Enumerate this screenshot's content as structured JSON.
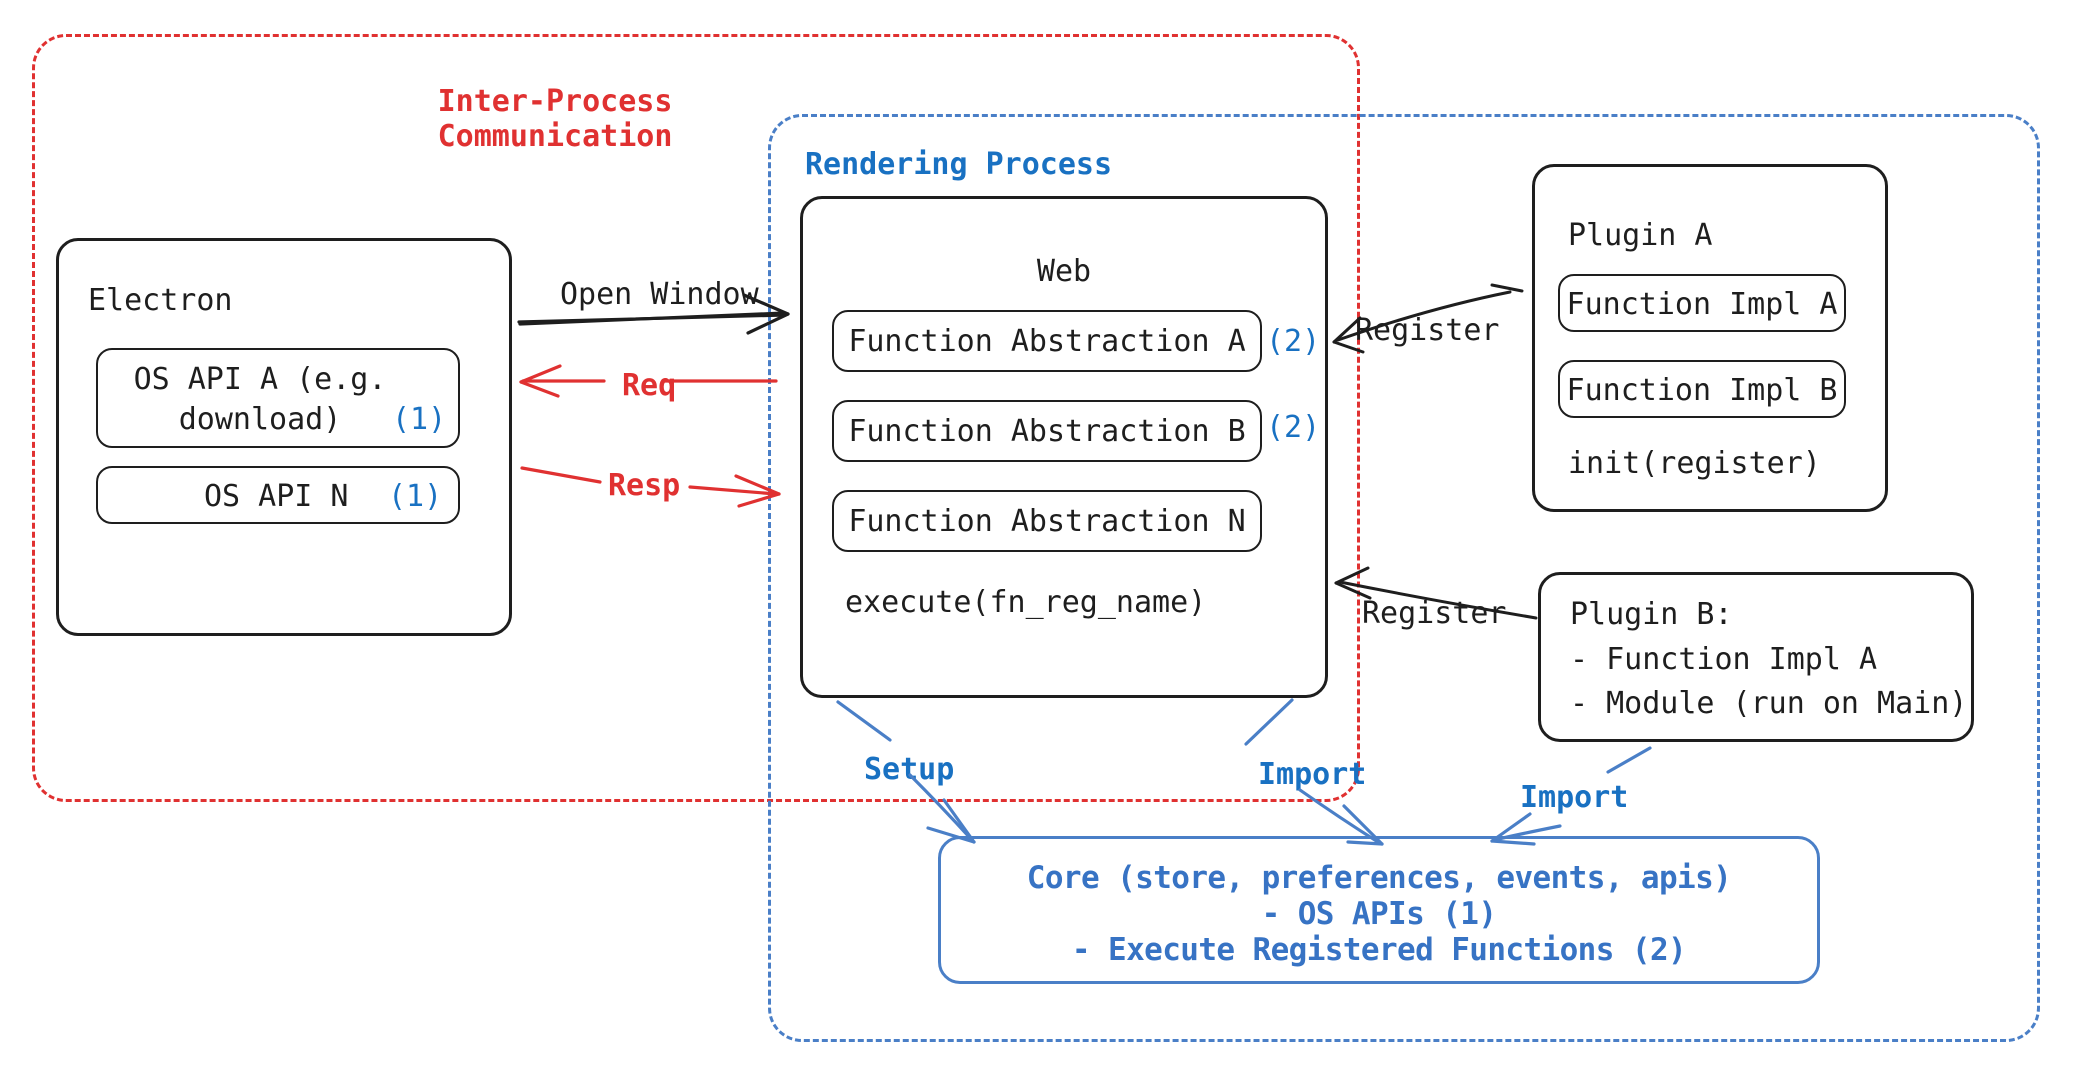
{
  "diagram": {
    "title": "Electron plugin architecture diagram",
    "colors": {
      "ipc_red": "#e03131",
      "process_blue": "#4a7fc7",
      "marker_blue": "#1971c2",
      "ink": "#1e1e1e"
    }
  },
  "ipc_container": {
    "label_line1": "Inter-Process",
    "label_line2": "Communication"
  },
  "rendering_container": {
    "label": "Rendering Process"
  },
  "electron": {
    "title": "Electron",
    "items": [
      {
        "text": "OS API A (e.g.\ndownload)",
        "marker": "(1)"
      },
      {
        "text": "OS API N",
        "marker": "(1)"
      }
    ]
  },
  "web": {
    "title": "Web",
    "items": [
      {
        "text": "Function Abstraction A",
        "marker": "(2)"
      },
      {
        "text": "Function Abstraction B",
        "marker": "(2)"
      },
      {
        "text": "Function Abstraction N",
        "marker": ""
      }
    ],
    "footer": "execute(fn_reg_name)"
  },
  "plugin_a": {
    "title": "Plugin A",
    "items": [
      "Function Impl A",
      "Function Impl B"
    ],
    "footer": "init(register)"
  },
  "plugin_b": {
    "line1": "Plugin B:",
    "line2": "- Function Impl A",
    "line3": "- Module (run on Main)"
  },
  "core": {
    "line1": "Core (store, preferences, events, apis)",
    "line2": "- OS APIs (1)",
    "line3": "- Execute Registered Functions (2)"
  },
  "arrows": {
    "open_window": "Open Window",
    "req": "Req",
    "resp": "Resp",
    "register_a": "Register",
    "register_b": "Register",
    "setup": "Setup",
    "import_web": "Import",
    "import_plugin": "Import"
  }
}
